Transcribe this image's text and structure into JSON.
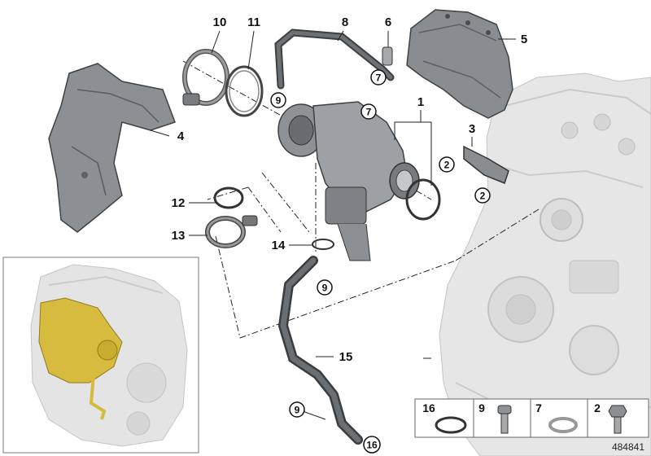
{
  "diagram": {
    "callouts": {
      "c1": "1",
      "c3": "3",
      "c4": "4",
      "c5": "5",
      "c6": "6",
      "c8": "8",
      "c10": "10",
      "c11": "11",
      "c12": "12",
      "c13": "13",
      "c14": "14",
      "c15": "15"
    },
    "circled": {
      "p2a": "2",
      "p2b": "2",
      "p7a": "7",
      "p7b": "7",
      "p9a": "9",
      "p9b": "9",
      "p9c": "9",
      "p16": "16"
    },
    "legend": [
      {
        "num": "16",
        "part": "sealing-ring"
      },
      {
        "num": "9",
        "part": "hex-socket-screw"
      },
      {
        "num": "7",
        "part": "gasket-ring"
      },
      {
        "num": "2",
        "part": "hex-bolt"
      }
    ],
    "diagram_id": "484841",
    "colors": {
      "engine": "#dcdcdc",
      "engine_line": "#bdbdbd",
      "part": "#8a8d8f",
      "part_dark": "#4c4f52",
      "highlight": "#d4b73c",
      "frame": "#777777"
    }
  }
}
